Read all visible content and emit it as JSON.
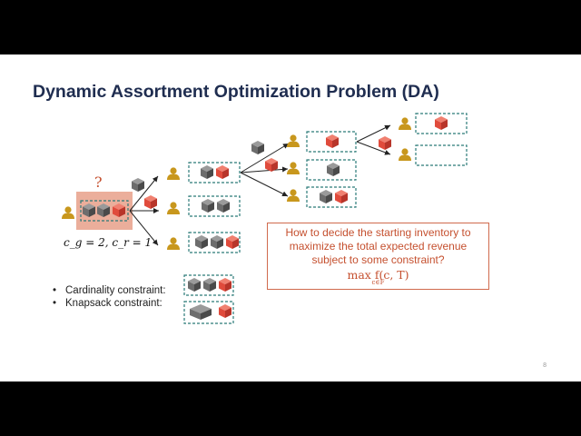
{
  "slide": {
    "title": "Dynamic Assortment Optimization Problem (DA)",
    "question_mark": "?",
    "constraint_formula": "c_g = 2, c_r = 1",
    "callout": {
      "line1": "How to decide the starting inventory to",
      "line2": "maximize the total expected revenue",
      "line3": "subject to some constraint?",
      "formula_main": "max f(c, T)",
      "formula_sub": "c∈F"
    },
    "bullets": [
      "Cardinality constraint:",
      "Knapsack constraint:"
    ],
    "page_number": "8"
  },
  "colors": {
    "title": "#1f2d50",
    "red_box": "#e04b3c",
    "gray_box": "#6d6d6d",
    "dashed_teal": "#2b7a78",
    "person": "#c8971d",
    "callout_border": "#d06a4d",
    "highlight": "#e8a08a"
  },
  "icons": [
    "person-icon",
    "gray-box-icon",
    "red-box-icon",
    "arrow-icon"
  ]
}
